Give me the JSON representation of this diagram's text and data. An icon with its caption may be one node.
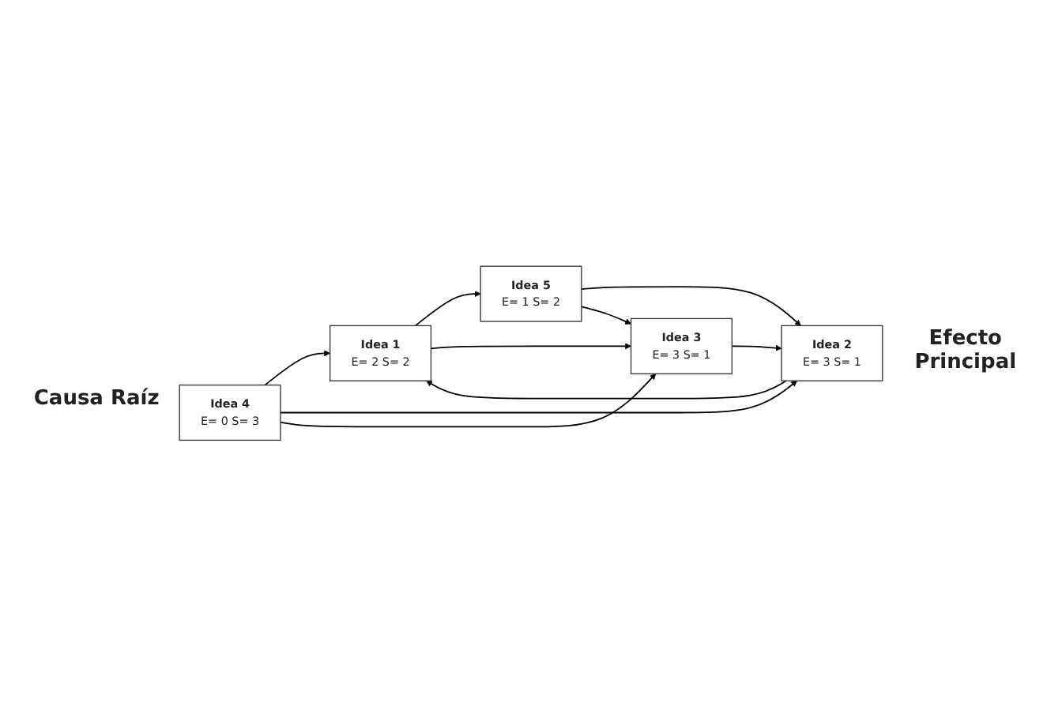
{
  "diagram": {
    "nodes": [
      {
        "text": [
          "Idea 1",
          "E= 2 S= 2"
        ]
      },
      {
        "text": [
          "Idea 5",
          "E= 1 S= 2"
        ]
      },
      {
        "text": [
          "Idea 2",
          "E= 3 S= 1"
        ],
        "beside": [
          "Efecto Principal"
        ]
      },
      {
        "text": [
          "Idea 4",
          "E= 0 S= 3"
        ],
        "beside": [
          "Causa Raíz"
        ]
      },
      {
        "text": [
          "Idea 3",
          "E= 3 S= 1"
        ]
      }
    ],
    "edges": [
      {
        "from": 2,
        "to": 0,
        "arrow": "to"
      },
      {
        "from": 0,
        "to": 1,
        "arrow": "to"
      },
      {
        "from": 0,
        "to": 4,
        "arrow": "to"
      },
      {
        "from": 1,
        "to": 2,
        "arrow": "to"
      },
      {
        "from": 1,
        "to": 4,
        "arrow": "to"
      },
      {
        "from": 3,
        "to": 0,
        "arrow": "to"
      },
      {
        "from": 3,
        "to": 2,
        "arrow": "to"
      },
      {
        "from": 3,
        "to": 4,
        "arrow": "to"
      },
      {
        "from": 4,
        "to": 2,
        "arrow": "to"
      }
    ]
  }
}
